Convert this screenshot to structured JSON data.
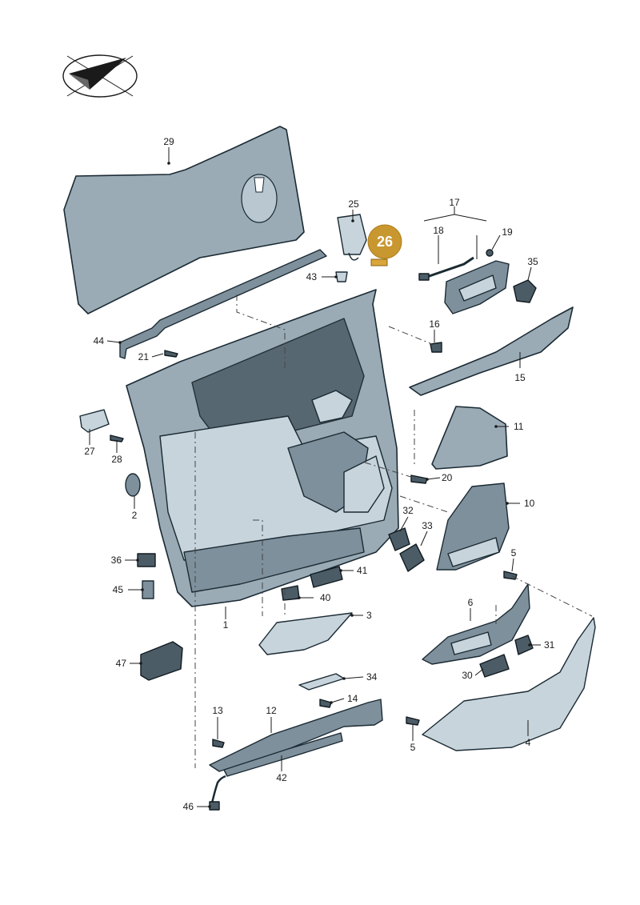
{
  "diagram": {
    "highlighted_part": "26",
    "part_numbers": [
      "29",
      "25",
      "26",
      "17",
      "18",
      "19",
      "35",
      "43",
      "44",
      "21",
      "16",
      "15",
      "11",
      "27",
      "28",
      "20",
      "10",
      "2",
      "32",
      "33",
      "5",
      "36",
      "41",
      "45",
      "40",
      "1",
      "3",
      "6",
      "31",
      "47",
      "30",
      "34",
      "14",
      "13",
      "12",
      "4",
      "42",
      "46"
    ]
  },
  "colors": {
    "part_fill": "#9aabb6",
    "outline": "#1b2a33",
    "highlight": "#c9972f"
  }
}
